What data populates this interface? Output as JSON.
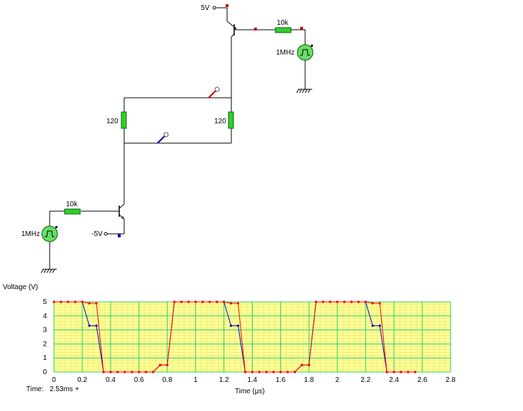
{
  "circuit": {
    "top": {
      "supply_label": "5V",
      "resistor_label": "10k",
      "source_label": "1MHz"
    },
    "middle": {
      "left_resistor_label": "120",
      "right_resistor_label": "120"
    },
    "bottom": {
      "supply_label": "-5V",
      "resistor_label": "10k",
      "source_label": "1MHz"
    },
    "colors": {
      "resistor": "#33cc33",
      "source": "#66dd66",
      "probe_red": "#cc0000",
      "probe_blue": "#0000aa"
    }
  },
  "scope": {
    "time_label": "Time:",
    "time_value": "2.53ms +"
  },
  "chart_data": {
    "type": "line",
    "title": "",
    "xlabel": "Time (μs)",
    "ylabel": "Voltage (V)",
    "xlim": [
      0,
      2.8
    ],
    "ylim": [
      0,
      5
    ],
    "x_ticks": [
      "0",
      "0.2",
      "0.4",
      "0.6",
      "0.8",
      "1",
      "1.2",
      "1.4",
      "1.6",
      "1.8",
      "2",
      "2.2",
      "2.4",
      "2.6",
      "2.8"
    ],
    "y_ticks": [
      "0",
      "1",
      "2",
      "3",
      "4",
      "5"
    ],
    "grid": true,
    "background": "#ffff99",
    "series": [
      {
        "color": "#0000cc",
        "x": [
          0,
          0.05,
          0.1,
          0.15,
          0.2,
          0.25,
          0.3,
          0.35,
          0.4,
          0.45,
          0.5,
          0.55,
          0.6,
          0.65,
          0.7,
          0.75,
          0.8,
          0.85,
          0.9,
          0.95,
          1.0,
          1.05,
          1.1,
          1.15,
          1.2,
          1.25,
          1.3,
          1.35,
          1.4,
          1.45,
          1.5,
          1.55,
          1.6,
          1.65,
          1.7,
          1.75,
          1.8,
          1.85,
          1.9,
          1.95,
          2.0,
          2.05,
          2.1,
          2.15,
          2.2,
          2.25,
          2.3,
          2.35,
          2.4,
          2.45,
          2.5,
          2.55
        ],
        "y": [
          5,
          5,
          5,
          5,
          5,
          3.3,
          3.3,
          0,
          0,
          0,
          0,
          0,
          0,
          0,
          0,
          0.5,
          0.5,
          5,
          5,
          5,
          5,
          5,
          5,
          5,
          5,
          3.3,
          3.3,
          0,
          0,
          0,
          0,
          0,
          0,
          0,
          0,
          0.5,
          0.5,
          5,
          5,
          5,
          5,
          5,
          5,
          5,
          5,
          3.3,
          3.3,
          0,
          0,
          0,
          0,
          0
        ]
      },
      {
        "color": "#ff0000",
        "x": [
          0,
          0.05,
          0.1,
          0.15,
          0.2,
          0.25,
          0.3,
          0.35,
          0.4,
          0.45,
          0.5,
          0.55,
          0.6,
          0.65,
          0.7,
          0.75,
          0.8,
          0.85,
          0.9,
          0.95,
          1.0,
          1.05,
          1.1,
          1.15,
          1.2,
          1.25,
          1.3,
          1.35,
          1.4,
          1.45,
          1.5,
          1.55,
          1.6,
          1.65,
          1.7,
          1.75,
          1.8,
          1.85,
          1.9,
          1.95,
          2.0,
          2.05,
          2.1,
          2.15,
          2.2,
          2.25,
          2.3,
          2.35,
          2.4,
          2.45,
          2.5,
          2.55
        ],
        "y": [
          5,
          5,
          5,
          5,
          5,
          4.9,
          4.9,
          0,
          0,
          0,
          0,
          0,
          0,
          0,
          0,
          0.5,
          0.5,
          5,
          5,
          5,
          5,
          5,
          5,
          5,
          5,
          4.9,
          4.9,
          0,
          0,
          0,
          0,
          0,
          0,
          0,
          0,
          0.5,
          0.5,
          5,
          5,
          5,
          5,
          5,
          5,
          5,
          5,
          4.9,
          4.9,
          0,
          0,
          0,
          0,
          0
        ]
      }
    ]
  }
}
